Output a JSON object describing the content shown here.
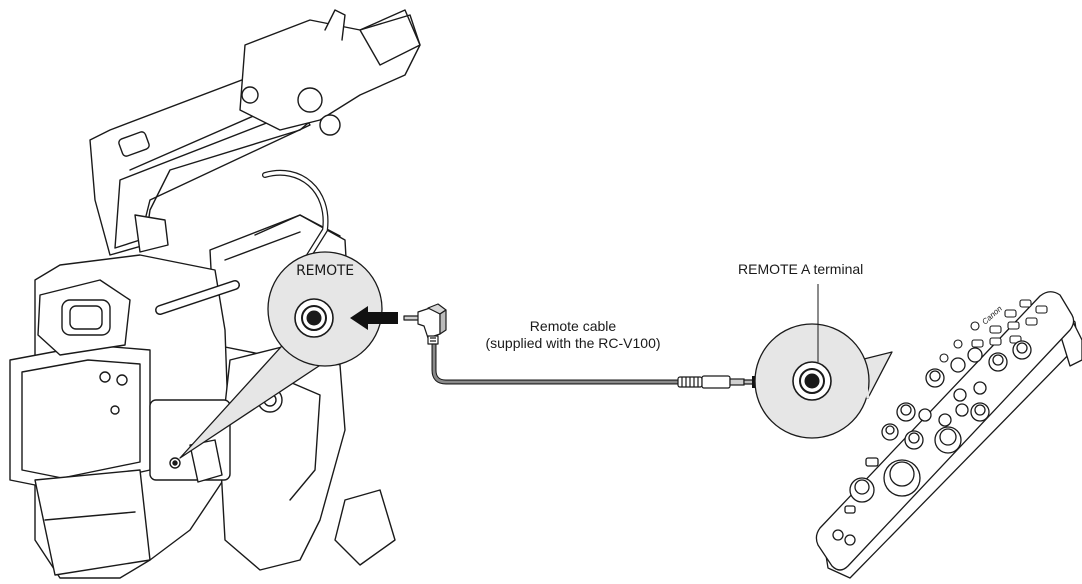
{
  "labels": {
    "remote_jack": "REMOTE",
    "remote_a_terminal": "REMOTE A terminal",
    "remote_cable_line1": "Remote cable",
    "remote_cable_line2": "(supplied with the RC-V100)"
  },
  "remote_control": {
    "brand_mark": "Canon"
  },
  "colors": {
    "line": "#1a1a1a",
    "callout_fill": "#e6e6e6",
    "cable": "#7a7a7a",
    "arrow": "#111111"
  }
}
